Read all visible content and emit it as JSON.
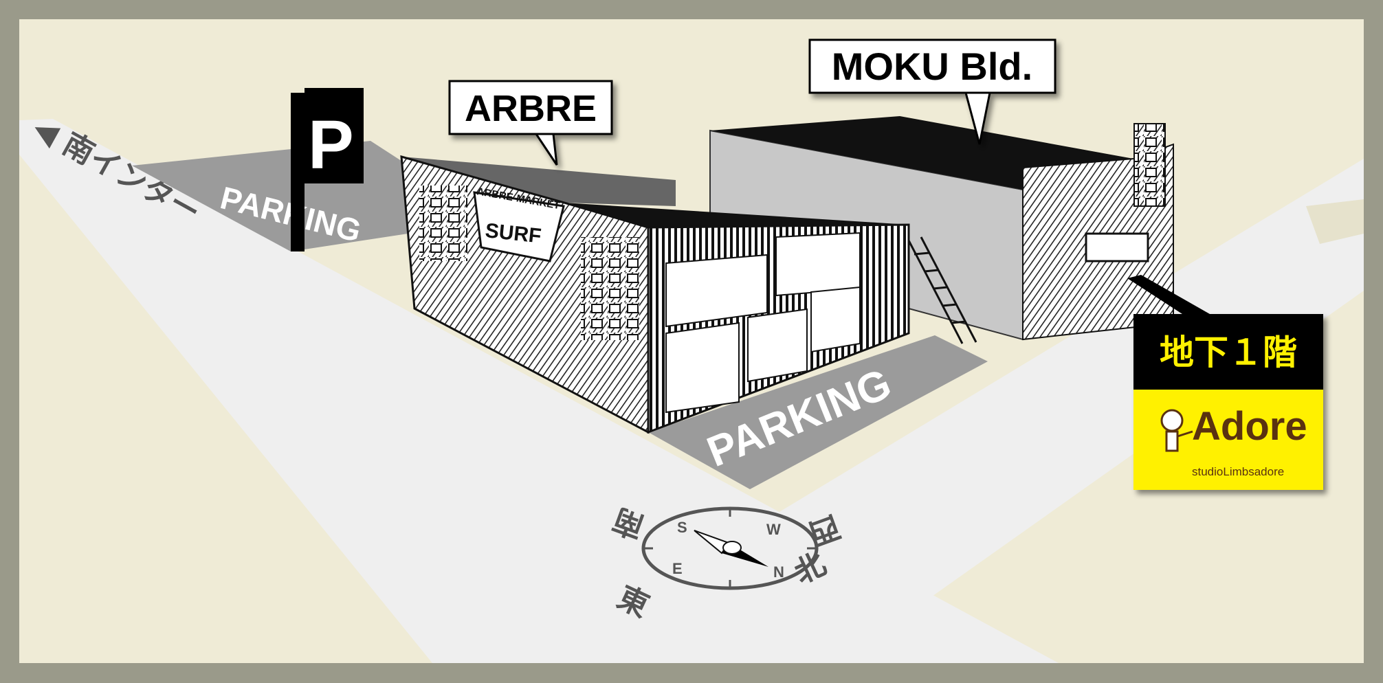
{
  "map": {
    "road_label": "◀ 南インター",
    "parking_sign": "P",
    "parking_left": "PARKING",
    "parking_right": "PARKING",
    "callout_arbre": "ARBRE",
    "callout_moku": "MOKU Bld.",
    "floor_label": "地下１階",
    "logo_main": "Adore",
    "logo_sub": "studioLimbsadore",
    "sketch_sign_arbre": "ARBRE-MARKET",
    "sketch_sign_surf": "SURF",
    "compass": {
      "kanji_south": "南",
      "kanji_west": "西",
      "kanji_east": "東",
      "kanji_north": "北",
      "letter_s": "S",
      "letter_w": "W",
      "letter_e": "E",
      "letter_n": "N"
    }
  },
  "colors": {
    "frame": "#9a9a8a",
    "ground": "#efebd6",
    "road": "#efefef",
    "parking": "#9b9b9b",
    "label_yellow": "#fff100",
    "logo_brown": "#5a3210"
  }
}
